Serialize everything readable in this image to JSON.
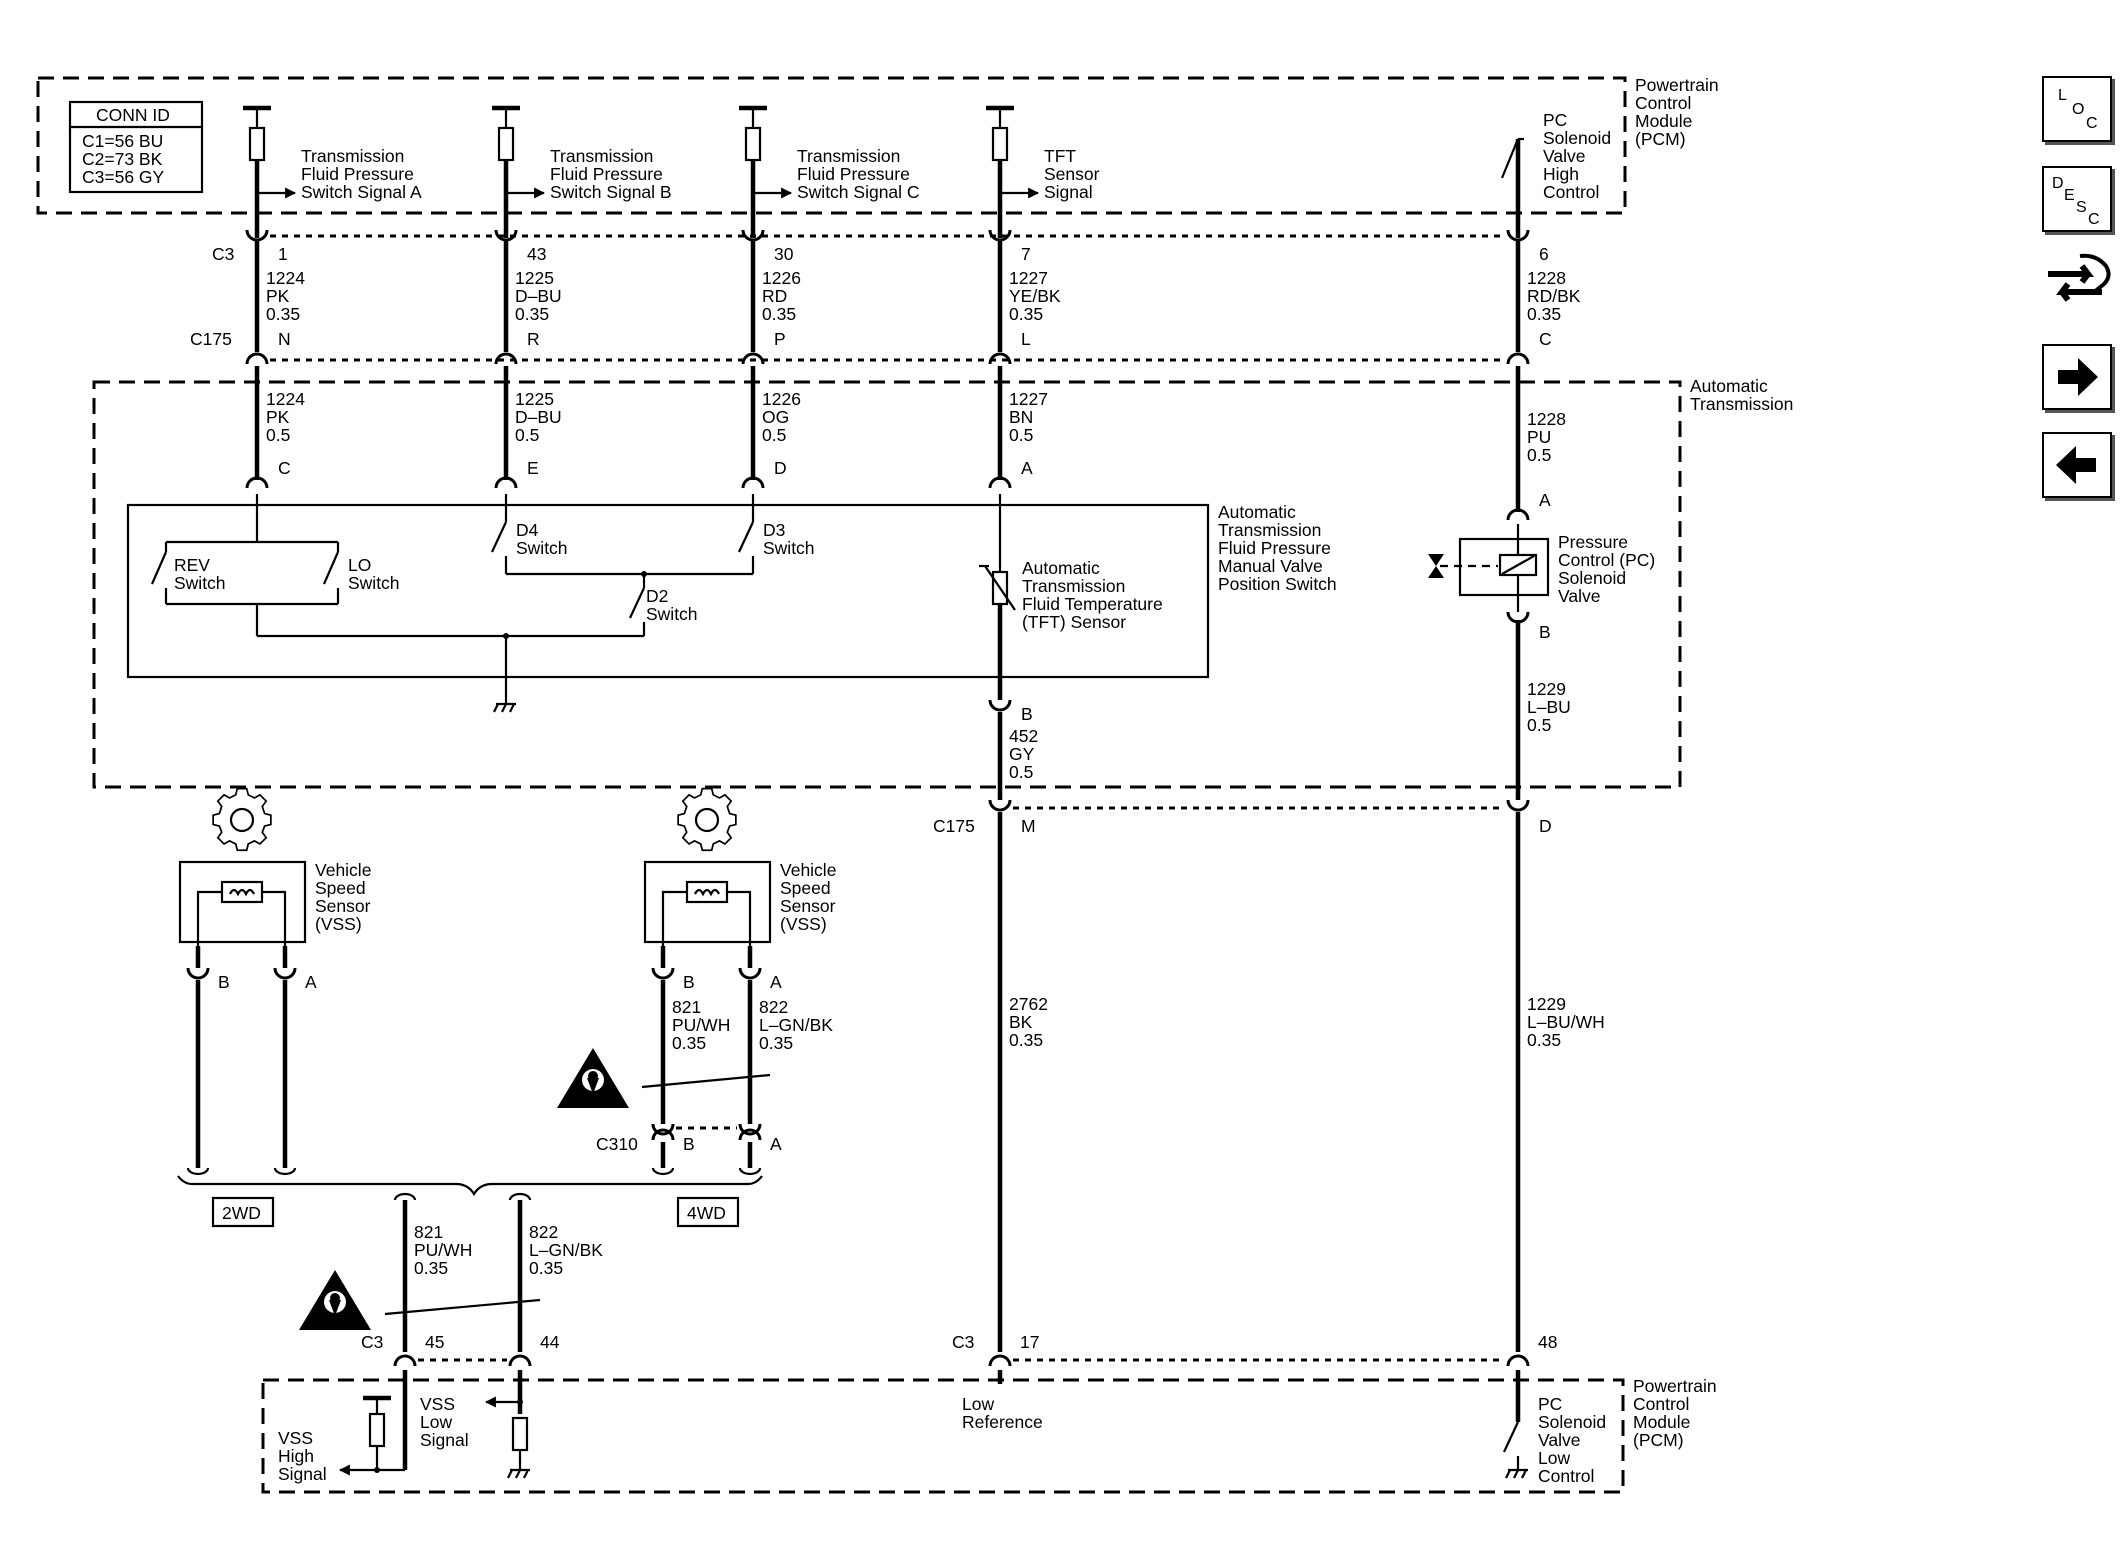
{
  "modules": {
    "pcm_top": [
      "Powertrain",
      "Control",
      "Module",
      "(PCM)"
    ],
    "pcm_bottom": [
      "Powertrain",
      "Control",
      "Module",
      "(PCM)"
    ],
    "trans": [
      "Automatic",
      "Transmission"
    ]
  },
  "conn_id": {
    "title": "CONN ID",
    "rows": [
      "C1=56 BU",
      "C2=73 BK",
      "C3=56 GY"
    ]
  },
  "pcm_signals": {
    "a": [
      "Transmission",
      "Fluid Pressure",
      "Switch Signal A"
    ],
    "b": [
      "Transmission",
      "Fluid Pressure",
      "Switch Signal B"
    ],
    "c": [
      "Transmission",
      "Fluid Pressure",
      "Switch Signal C"
    ],
    "tft": [
      "TFT",
      "Sensor",
      "Signal"
    ],
    "pc_high": [
      "PC",
      "Solenoid",
      "Valve",
      "High",
      "Control"
    ]
  },
  "connectors": {
    "c3": "C3",
    "c175": "C175",
    "c310": "C310"
  },
  "pins_c3": [
    "1",
    "43",
    "30",
    "7",
    "6"
  ],
  "pins_c175": [
    "N",
    "R",
    "P",
    "L",
    "C"
  ],
  "pins_trans": [
    "C",
    "E",
    "D",
    "A"
  ],
  "wires_upper": [
    [
      "1224",
      "PK",
      "0.35"
    ],
    [
      "1225",
      "D–BU",
      "0.35"
    ],
    [
      "1226",
      "RD",
      "0.35"
    ],
    [
      "1227",
      "YE/BK",
      "0.35"
    ],
    [
      "1228",
      "RD/BK",
      "0.35"
    ]
  ],
  "wires_lower": [
    [
      "1224",
      "PK",
      "0.5"
    ],
    [
      "1225",
      "D–BU",
      "0.5"
    ],
    [
      "1226",
      "OG",
      "0.5"
    ],
    [
      "1227",
      "BN",
      "0.5"
    ],
    [
      "1228",
      "PU",
      "0.5"
    ]
  ],
  "switches": {
    "rev": [
      "REV",
      "Switch"
    ],
    "lo": [
      "LO",
      "Switch"
    ],
    "d4": [
      "D4",
      "Switch"
    ],
    "d3": [
      "D3",
      "Switch"
    ],
    "d2": [
      "D2",
      "Switch"
    ]
  },
  "manual_valve": [
    "Automatic",
    "Transmission",
    "Fluid Pressure",
    "Manual Valve",
    "Position Switch"
  ],
  "tft_sensor": [
    "Automatic",
    "Transmission",
    "Fluid Temperature",
    "(TFT) Sensor"
  ],
  "pc_solenoid": {
    "label": [
      "Pressure",
      "Control (PC)",
      "Solenoid",
      "Valve"
    ],
    "pin_a": "A",
    "pin_b": "B"
  },
  "tft_pin_b": "B",
  "wire_452": [
    "452",
    "GY",
    "0.5"
  ],
  "wire_1229": [
    "1229",
    "L–BU",
    "0.5"
  ],
  "c175_pins_lower": [
    "M",
    "D"
  ],
  "wire_2762": [
    "2762",
    "BK",
    "0.35"
  ],
  "wire_1229_wh": [
    "1229",
    "L–BU/WH",
    "0.35"
  ],
  "vss": {
    "label": [
      "Vehicle",
      "Speed",
      "Sensor",
      "(VSS)"
    ],
    "pin_b": "B",
    "pin_a": "A"
  },
  "wire_821_upper": [
    "821",
    "PU/WH",
    "0.35"
  ],
  "wire_822_upper": [
    "822",
    "L–GN/BK",
    "0.35"
  ],
  "c310_pins": [
    "B",
    "A"
  ],
  "variants": [
    "2WD",
    "4WD"
  ],
  "wire_821_lower": [
    "821",
    "PU/WH",
    "0.35"
  ],
  "wire_822_lower": [
    "822",
    "L–GN/BK",
    "0.35"
  ],
  "pins_c3_bottom": [
    "45",
    "44",
    "17",
    "48"
  ],
  "pcm_bottom_signals": {
    "vss_high": [
      "VSS",
      "High",
      "Signal"
    ],
    "vss_low": [
      "VSS",
      "Low",
      "Signal"
    ],
    "low_ref": [
      "Low",
      "Reference"
    ],
    "pc_low": [
      "PC",
      "Solenoid",
      "Valve",
      "Low",
      "Control"
    ]
  },
  "nav": {
    "loc": [
      "L",
      "O",
      "C"
    ],
    "desc": [
      "D",
      "E",
      "S",
      "C"
    ]
  }
}
